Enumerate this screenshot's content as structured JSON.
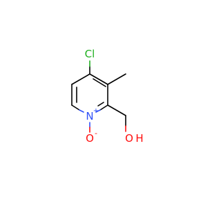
{
  "molecule": {
    "atoms": {
      "chlorine": {
        "symbol": "Cl",
        "color": "#1fb01f"
      },
      "nitrogen": {
        "symbol": "N",
        "charge": "+",
        "color": "#3050f8"
      },
      "n_oxide_oxygen": {
        "symbol": "O",
        "charge": "-",
        "color": "#ff0d0d"
      },
      "hydroxyl_oxygen": {
        "symbol": "O",
        "color": "#ff0d0d"
      },
      "hydroxyl_hydrogen": {
        "symbol": "H",
        "color": "#ff0d0d"
      }
    },
    "bond_color": "#000000"
  }
}
